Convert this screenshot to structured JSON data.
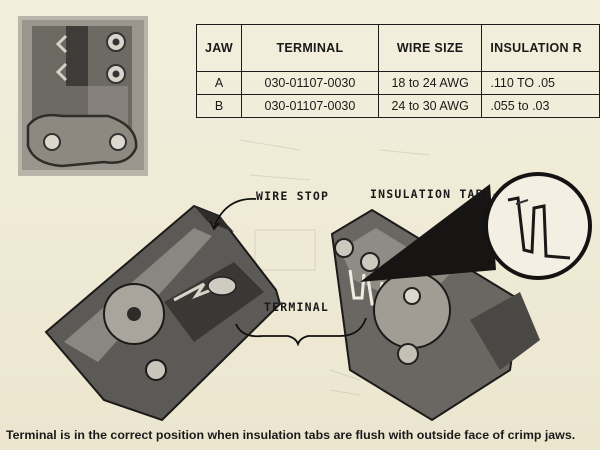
{
  "table": {
    "headers": [
      "JAW",
      "TERMINAL",
      "WIRE SIZE",
      "INSULATION R"
    ],
    "rows": [
      {
        "jaw": "A",
        "terminal": "030-01107-0030",
        "wire_size": "18 to 24 AWG",
        "insulation": ".110 TO .05"
      },
      {
        "jaw": "B",
        "terminal": "030-01107-0030",
        "wire_size": "24 to 30 AWG",
        "insulation": ".055 to .03"
      }
    ]
  },
  "callouts": {
    "wire_stop": "WIRE STOP",
    "insulation_tabs": "INSULATION TABS-",
    "terminal": "TERMINAL"
  },
  "caption": "Terminal is in the correct position when insulation tabs are flush with outside face of crimp jaws.",
  "colors": {
    "paper": "#f1ecd9",
    "ink": "#1a1a1a",
    "metal_gray": "#8f8f8f"
  }
}
